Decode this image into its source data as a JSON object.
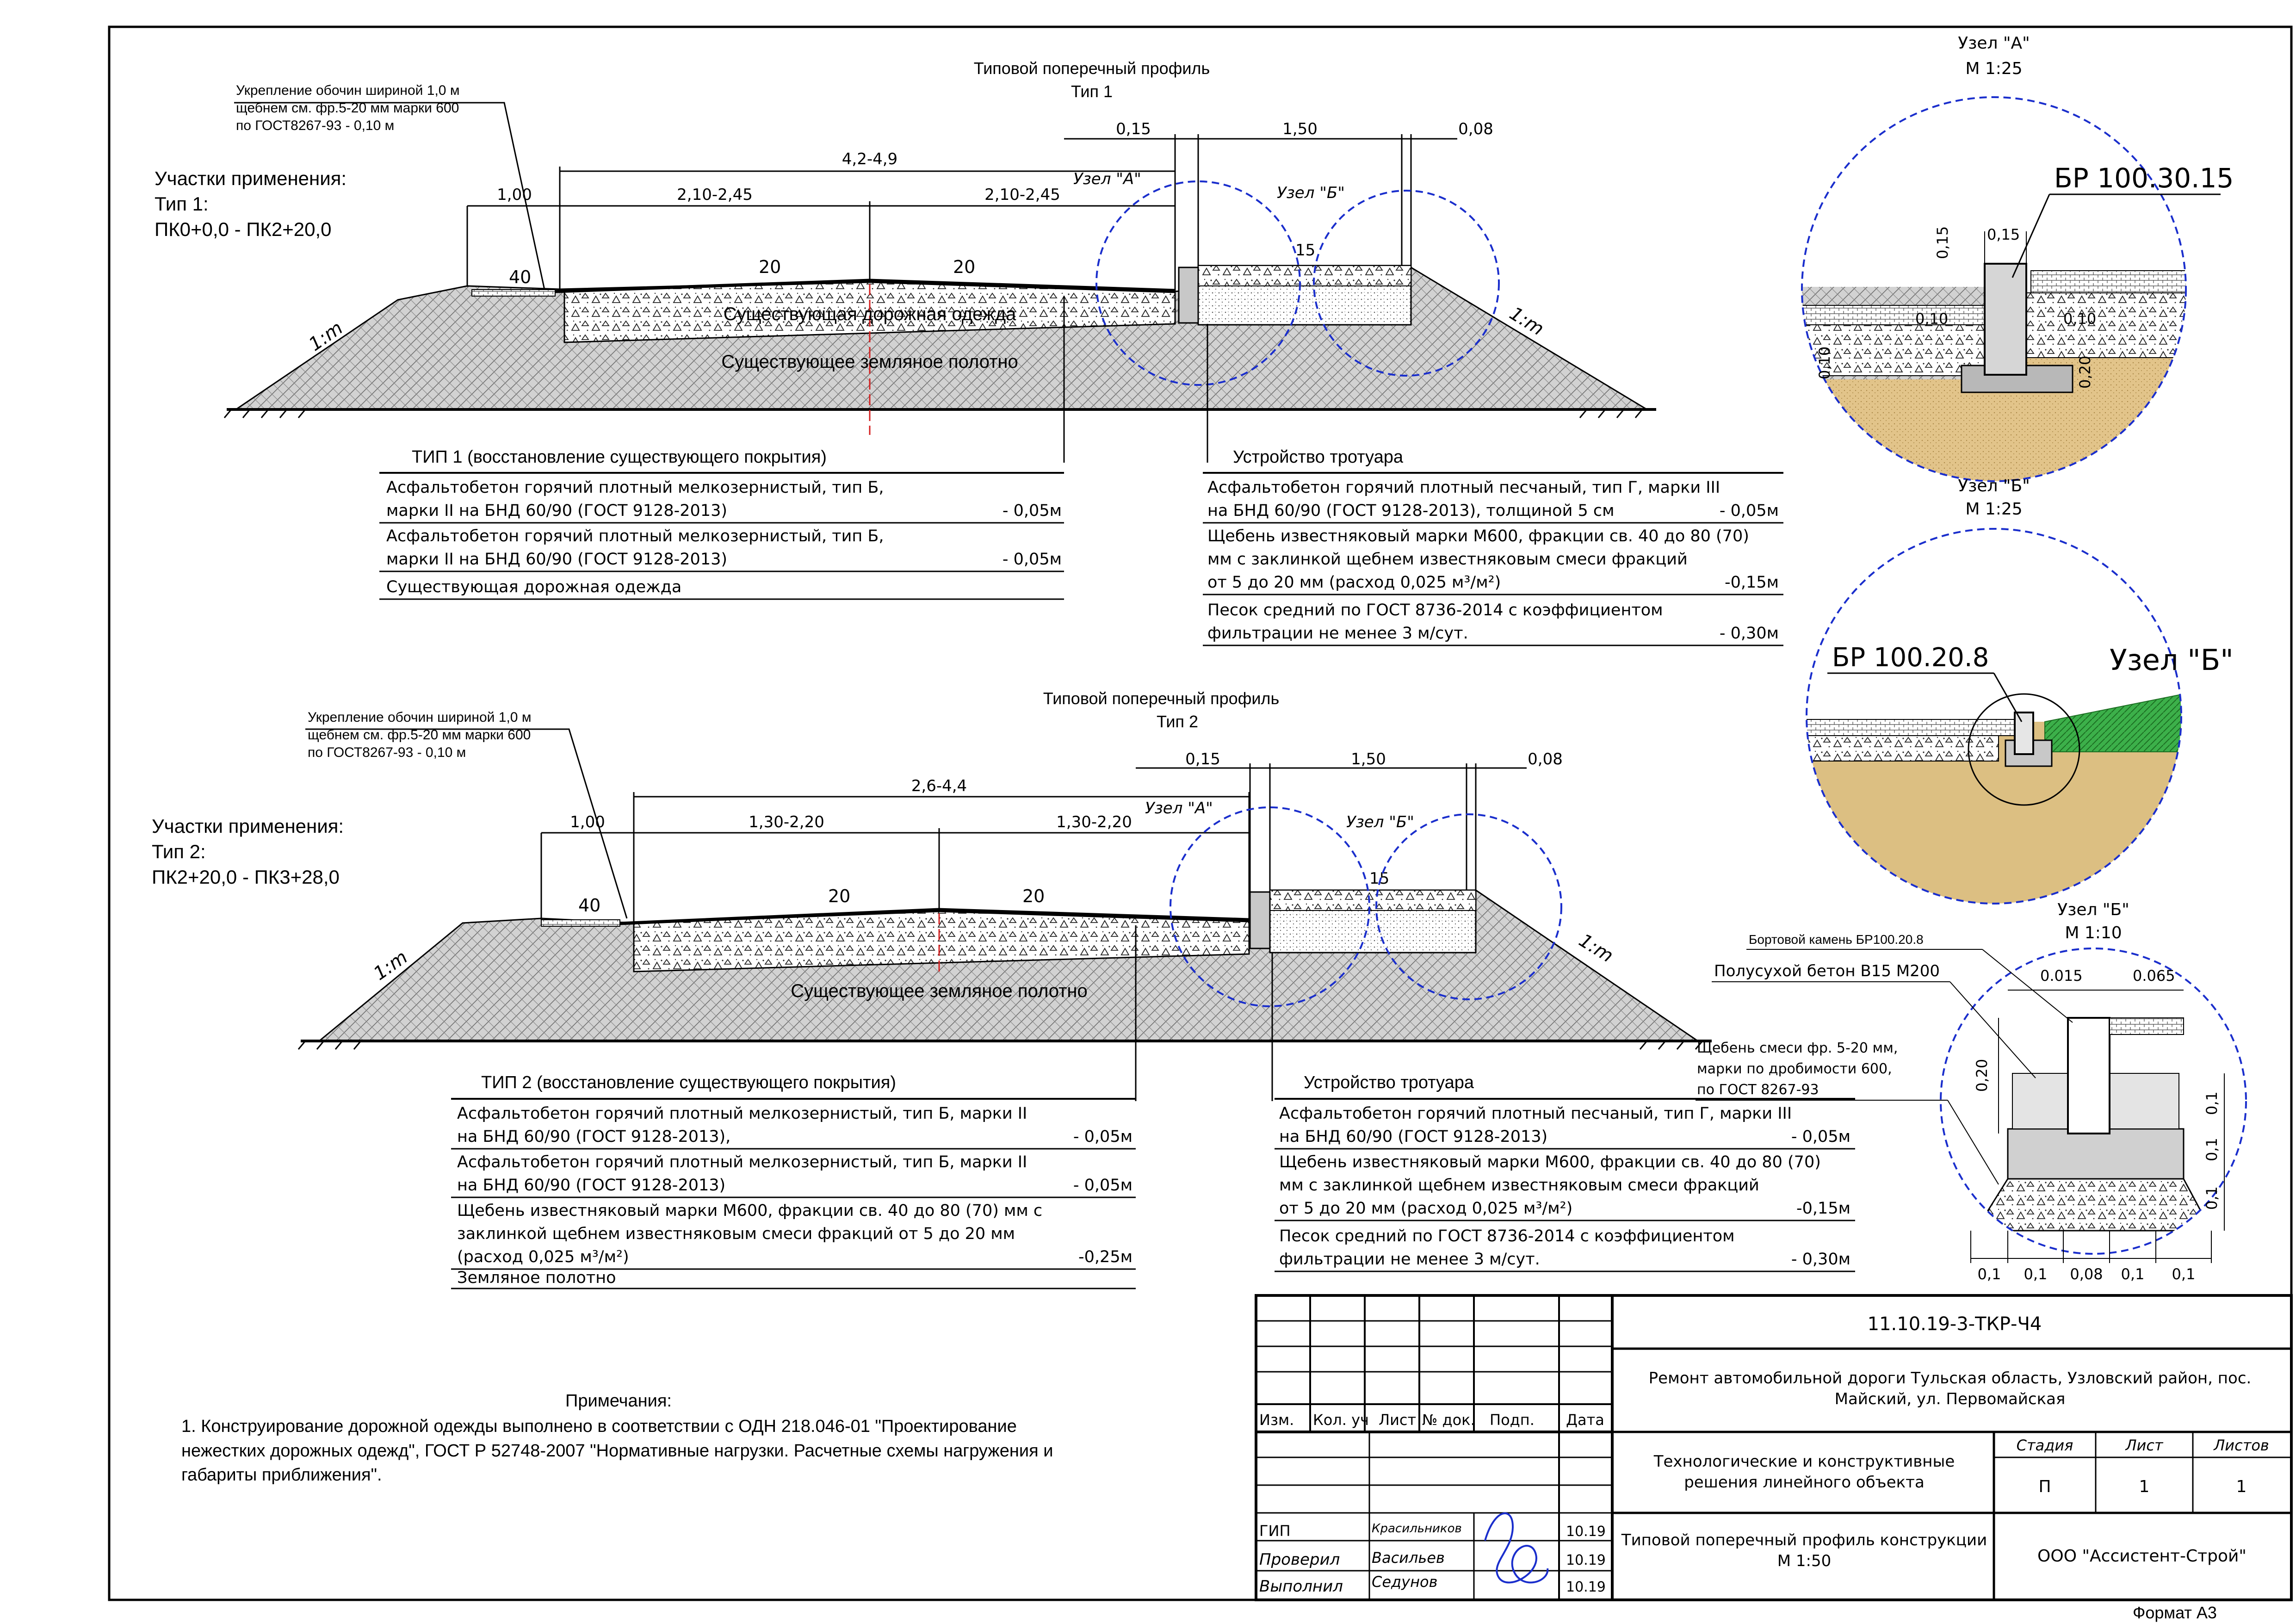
{
  "profile1": {
    "title": "Типовой поперечный профиль",
    "type_label": "Тип 1",
    "shoulder_note": [
      "Укрепление обочин шириной 1,0 м",
      "щебнем см. фр.5-20 мм марки 600",
      "по ГОСТ8267-93  -  0,10 м"
    ],
    "application": [
      "Участки применения:",
      "Тип 1:",
      "ПК0+0,0 - ПК2+20,0"
    ],
    "dims": {
      "total": "4,2-4,9",
      "shoulder": "1,00",
      "left_lane": "2,10-2,45",
      "right_lane": "2,10-2,45",
      "curb": "0,15",
      "sidewalk": "1,50",
      "edge": "0,08"
    },
    "slopes": {
      "shoulder": "40",
      "left": "20",
      "right": "20",
      "small": "15"
    },
    "slope_mark": "1:m",
    "node_a": "Узел \"А\"",
    "node_b": "Узел \"Б\"",
    "label_pavement": "Существующая дорожная одежда",
    "label_subgrade": "Существующее земляное полотно",
    "table_left": {
      "title": "ТИП 1 (восстановление существующего покрытия)",
      "rows": [
        {
          "lines": [
            "Асфальтобетон горячий плотный мелкозернистый, тип Б,",
            "марки II на БНД 60/90 (ГОСТ 9128-2013)"
          ],
          "value": "- 0,05м"
        },
        {
          "lines": [
            "Асфальтобетон горячий плотный мелкозернистый, тип Б,",
            "марки II на БНД 60/90 (ГОСТ 9128-2013)"
          ],
          "value": "- 0,05м"
        },
        {
          "lines": [
            "Существующая дорожная одежда"
          ],
          "value": ""
        }
      ]
    },
    "table_right": {
      "title": "Устройство тротуара",
      "rows": [
        {
          "lines": [
            "Асфальтобетон горячий плотный песчаный, тип Г, марки III",
            "на БНД 60/90 (ГОСТ 9128-2013), толщиной 5 см"
          ],
          "value": "- 0,05м"
        },
        {
          "lines": [
            "Щебень известняковый марки М600, фракции св. 40 до 80 (70)",
            "мм с заклинкой щебнем известняковым смеси фракций",
            "от 5 до 20 мм (расход 0,025 м³/м²)"
          ],
          "value": "-0,15м"
        },
        {
          "lines": [
            "Песок средний по ГОСТ 8736-2014 с коэффициентом",
            "фильтрации не менее 3 м/сут."
          ],
          "value": "- 0,30м"
        }
      ]
    }
  },
  "profile2": {
    "title": "Типовой поперечный профиль",
    "type_label": "Тип 2",
    "shoulder_note": [
      "Укрепление обочин шириной 1,0 м",
      "щебнем см. фр.5-20 мм марки 600",
      "по ГОСТ8267-93  -  0,10 м"
    ],
    "application": [
      "Участки применения:",
      "Тип 2:",
      "ПК2+20,0 - ПК3+28,0"
    ],
    "dims": {
      "total": "2,6-4,4",
      "shoulder": "1,00",
      "left_lane": "1,30-2,20",
      "right_lane": "1,30-2,20",
      "curb": "0,15",
      "sidewalk": "1,50",
      "edge": "0,08"
    },
    "slopes": {
      "shoulder": "40",
      "left": "20",
      "right": "20",
      "small": "15"
    },
    "slope_mark": "1:m",
    "node_a": "Узел \"А\"",
    "node_b": "Узел \"Б\"",
    "label_subgrade": "Существующее земляное полотно",
    "table_left": {
      "title": "ТИП 2 (восстановление существующего покрытия)",
      "rows": [
        {
          "lines": [
            "Асфальтобетон горячий плотный мелкозернистый, тип Б, марки II",
            "на БНД 60/90 (ГОСТ 9128-2013),"
          ],
          "value": "- 0,05м"
        },
        {
          "lines": [
            "Асфальтобетон горячий плотный мелкозернистый, тип Б, марки II",
            "на БНД 60/90 (ГОСТ 9128-2013)"
          ],
          "value": "- 0,05м"
        },
        {
          "lines": [
            "Щебень известняковый марки М600, фракции св. 40 до 80 (70) мм с",
            "заклинкой щебнем известняковым смеси фракций от 5 до 20 мм",
            "(расход 0,025 м³/м²)"
          ],
          "value": "-0,25м"
        },
        {
          "lines": [
            "Земляное полотно"
          ],
          "value": ""
        }
      ]
    },
    "table_right": {
      "title": "Устройство тротуара",
      "rows": [
        {
          "lines": [
            "Асфальтобетон горячий плотный песчаный, тип Г, марки III",
            "на БНД 60/90 (ГОСТ 9128-2013)"
          ],
          "value": "- 0,05м"
        },
        {
          "lines": [
            "Щебень известняковый марки М600, фракции св. 40 до 80 (70)",
            "мм с заклинкой щебнем известняковым смеси фракций",
            "от 5 до 20 мм (расход 0,025 м³/м²)"
          ],
          "value": "-0,15м"
        },
        {
          "lines": [
            "Песок средний по ГОСТ 8736-2014 с коэффициентом",
            "фильтрации не менее 3 м/сут."
          ],
          "value": "- 0,30м"
        }
      ]
    }
  },
  "detail_a": {
    "title": "Узел \"А\"",
    "scale": "М 1:25",
    "curb": "БР  100.30.15",
    "dims": [
      "0,15",
      "0,15",
      "0,10",
      "0,10",
      "0,10",
      "0,20"
    ]
  },
  "detail_b": {
    "title": "Узел \"Б\"",
    "scale": "М 1:25",
    "curb": "БР  100.20.8",
    "big_label": "Узел \"Б\""
  },
  "detail_b2": {
    "title": "Узел \"Б\"",
    "scale": "М 1:10",
    "labels": [
      "Бортовой камень БР100.20.8",
      "Полусухой бетон В15 М200",
      "Щебень смеси фр. 5-20 мм,",
      "марки по дробимости 600,",
      "по ГОСТ 8267-93"
    ],
    "dims_top": [
      "0.015",
      "0.065"
    ],
    "dims_left": "0,20",
    "dims_right": [
      "0,1",
      "0,1",
      "0,1"
    ],
    "dims_bottom": [
      "0,1",
      "0,1",
      "0,08",
      "0,1",
      "0,1"
    ]
  },
  "notes": {
    "title": "Примечания:",
    "lines": [
      "1. Конструирование дорожной одежды выполнено в соответствии с  ОДН 218.046-01 \"Проектирование",
      "нежестких дорожных одежд\", ГОСТ Р 52748-2007 \"Нормативные нагрузки. Расчетные схемы нагружения и",
      "габариты приближения\"."
    ]
  },
  "title_block": {
    "code": "11.10.19-3-ТКР-Ч4",
    "project": [
      "Ремонт автомобильной дороги Тульская область, Узловский район, пос.",
      "Майский, ул. Первомайская"
    ],
    "section": [
      "Технологические и конструктивные",
      "решения линейного объекта"
    ],
    "sheet_title": [
      "Типовой поперечный профиль конструкции",
      "М 1:50"
    ],
    "company": "ООО \"Ассистент-Строй\"",
    "headers": [
      "Изм.",
      "Кол. уч",
      "Лист",
      "№ док.",
      "Подп.",
      "Дата"
    ],
    "stage_headers": [
      "Стадия",
      "Лист",
      "Листов"
    ],
    "stage_values": [
      "П",
      "1",
      "1"
    ],
    "people": [
      {
        "role": "ГИП",
        "name": "Красильников",
        "date": "10.19"
      },
      {
        "role": "Проверил",
        "name": "Васильев",
        "date": "10.19"
      },
      {
        "role": "Выполнил",
        "name": "Седунов",
        "date": "10.19"
      }
    ],
    "format": "Формат А3"
  },
  "colors": {
    "line": "#000000",
    "node_circle": "#1a2ecc",
    "axis": "#d42020",
    "grass": "#2aa12a",
    "sand": "#d9b676",
    "concrete": "#c8c8c8"
  }
}
